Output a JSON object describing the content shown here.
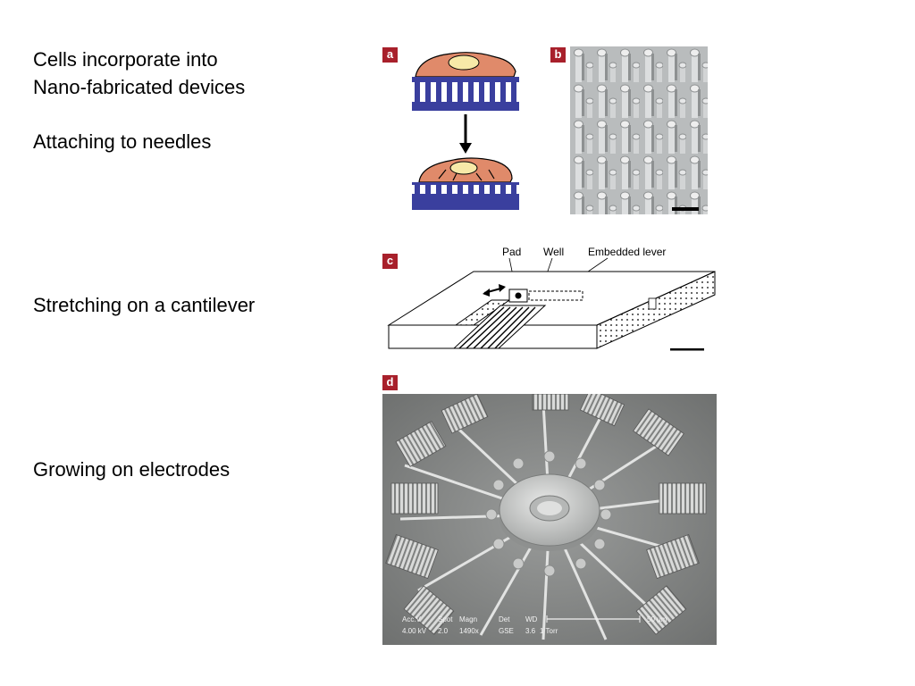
{
  "captions": {
    "line1": "Cells incorporate into",
    "line2": "Nano-fabricated devices",
    "needles": "Attaching to needles",
    "cantilever": "Stretching on a cantilever",
    "electrodes": "Growing on electrodes"
  },
  "panels": {
    "a": {
      "letter": "a"
    },
    "b": {
      "letter": "b"
    },
    "c": {
      "letter": "c",
      "labels": {
        "pad": "Pad",
        "well": "Well",
        "lever": "Embedded lever"
      }
    },
    "d": {
      "letter": "d",
      "sem_info": {
        "acc_v": "Acc.V",
        "spot": "Spot",
        "magn": "Magn",
        "det": "Det",
        "wd": "WD",
        "acc_v_val": "4.00 kV",
        "spot_val": "2.0",
        "magn_val": "1490x",
        "det_val": "GSE",
        "wd_val": "3.6",
        "pressure": "1 Torr",
        "scale": "50 µm"
      }
    }
  },
  "colors": {
    "tag": "#a8202b",
    "substrate": "#3a3f9e",
    "cell": "#e08a6a",
    "nucleus": "#f7e9a8"
  }
}
